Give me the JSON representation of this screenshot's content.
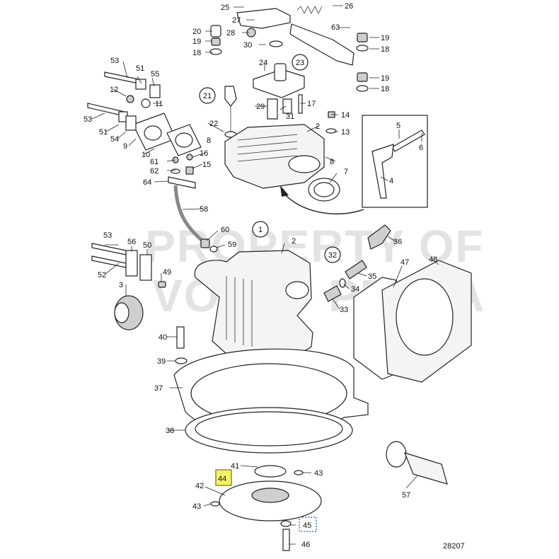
{
  "diagram_id": "28207",
  "watermark": [
    "PROPERTY OF",
    "VOLVO PENTA"
  ],
  "callouts": {
    "c1": "1",
    "c21": "21",
    "c23": "23",
    "c32": "32"
  },
  "labels": {
    "p2a": "2",
    "p2b": "2",
    "p3": "3",
    "p4": "4",
    "p5": "5",
    "p6": "6",
    "p7": "7",
    "p8a": "8",
    "p8b": "8",
    "p9": "9",
    "p10": "10",
    "p11": "11",
    "p12": "12",
    "p13": "13",
    "p14": "14",
    "p15": "15",
    "p16": "16",
    "p17": "17",
    "p18a": "18",
    "p18b": "18",
    "p18c": "18",
    "p19a": "19",
    "p19b": "19",
    "p19c": "19",
    "p20": "20",
    "p22": "22",
    "p24": "24",
    "p25": "25",
    "p26": "26",
    "p27": "27",
    "p28": "28",
    "p29": "29",
    "p30": "30",
    "p31": "31",
    "p33": "33",
    "p34": "34",
    "p35": "35",
    "p36": "36",
    "p37": "37",
    "p38": "38",
    "p39": "39",
    "p40": "40",
    "p41": "41",
    "p42": "42",
    "p43a": "43",
    "p43b": "43",
    "p44": "44",
    "p45": "45",
    "p46": "46",
    "p47": "47",
    "p48": "48",
    "p49": "49",
    "p50": "50",
    "p51a": "51",
    "p51b": "51",
    "p52": "52",
    "p53a": "53",
    "p53b": "53",
    "p53c": "53",
    "p54": "54",
    "p55": "55",
    "p56": "56",
    "p57": "57",
    "p58": "58",
    "p59": "59",
    "p60": "60",
    "p61": "61",
    "p62": "62",
    "p63": "63",
    "p64": "64"
  },
  "highlight_color": "#f3f36a",
  "focus_color": "#3b73c4"
}
